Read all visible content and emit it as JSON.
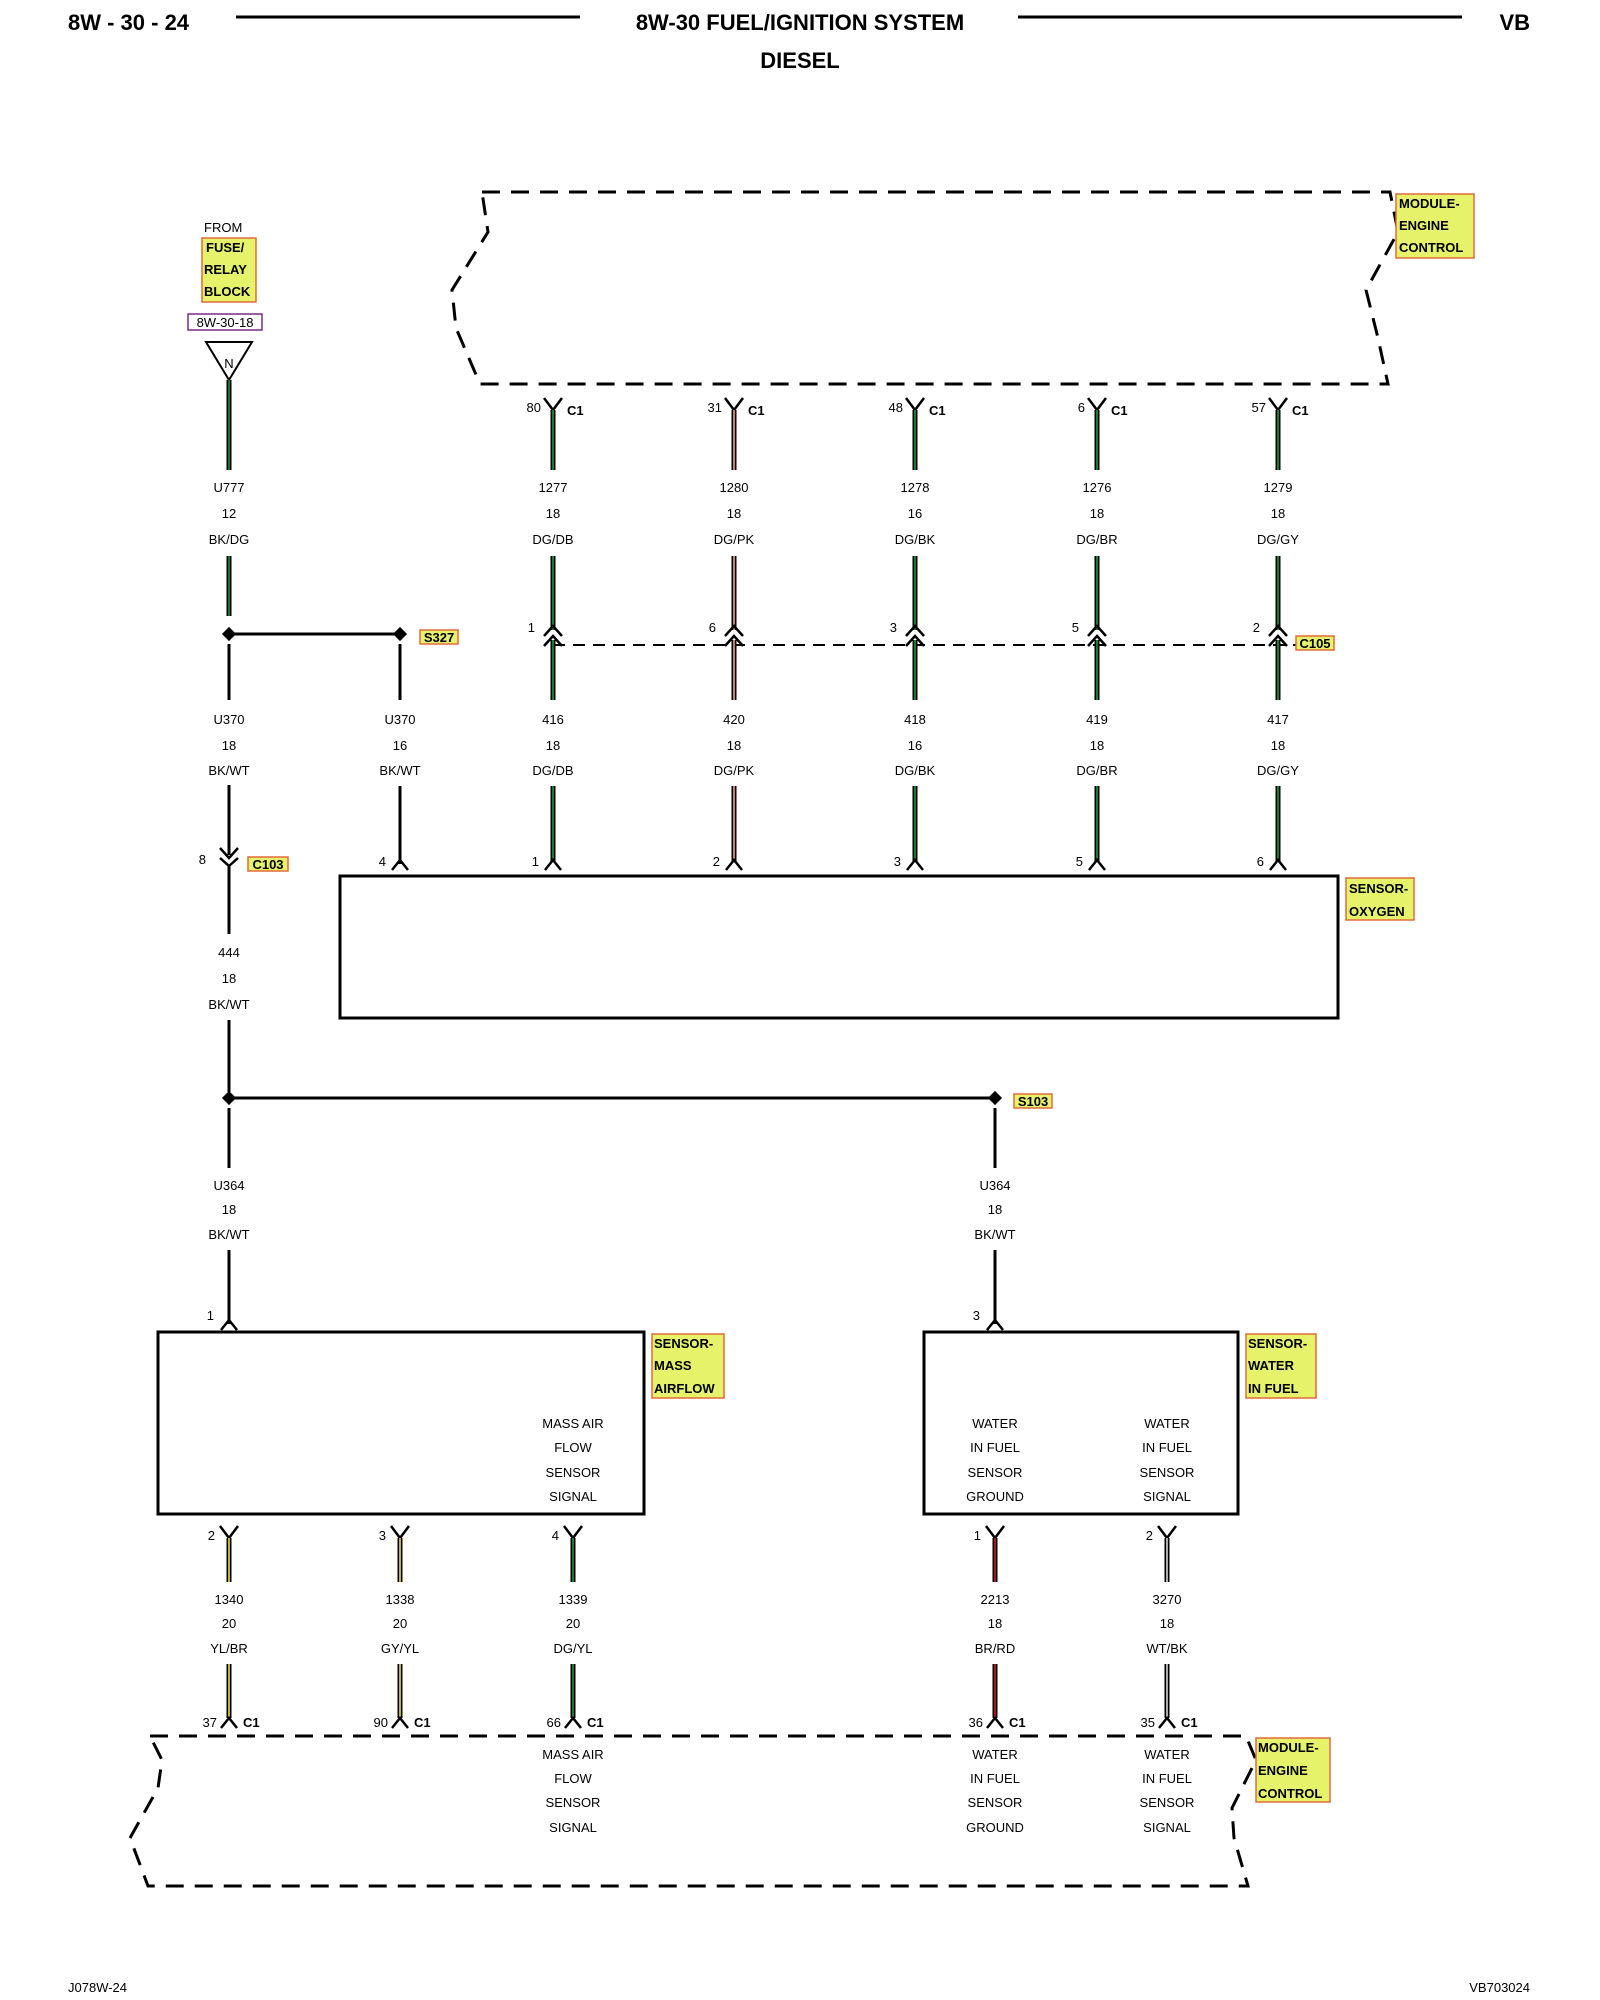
{
  "header": {
    "left": "8W - 30 - 24",
    "title": "8W-30 FUEL/IGNITION SYSTEM",
    "subtitle": "DIESEL",
    "right": "VB"
  },
  "footer": {
    "left": "J078W-24",
    "right": "VB703024"
  },
  "colors": {
    "tag": "#e6f26a",
    "tag_border": "#e06a3a",
    "ref_border": "#7a2a8a",
    "line": "#000000",
    "DG": "#1e9a3a",
    "PK": "#f0a088",
    "YL": "#f2e23a",
    "RD": "#d81b1b",
    "WT": "#d8d8d8"
  },
  "source": {
    "from": "FROM",
    "fuse": [
      "FUSE/",
      "RELAY",
      "BLOCK"
    ],
    "ref": "8W-30-18",
    "terminal": "N"
  },
  "ecm_top": {
    "label": [
      "MODULE-",
      "ENGINE",
      "CONTROL"
    ]
  },
  "ecm_top_pins": [
    {
      "pin": "80",
      "conn": "C1",
      "circuit": "1277",
      "gauge": "18",
      "color": "DG/DB"
    },
    {
      "pin": "31",
      "conn": "C1",
      "circuit": "1280",
      "gauge": "18",
      "color": "DG/PK"
    },
    {
      "pin": "48",
      "conn": "C1",
      "circuit": "1278",
      "gauge": "16",
      "color": "DG/BK"
    },
    {
      "pin": "6",
      "conn": "C1",
      "circuit": "1276",
      "gauge": "18",
      "color": "DG/BR"
    },
    {
      "pin": "57",
      "conn": "C1",
      "circuit": "1279",
      "gauge": "18",
      "color": "DG/GY"
    }
  ],
  "c105": {
    "name": "C105",
    "pins": [
      "1",
      "6",
      "3",
      "5",
      "2"
    ]
  },
  "o2_wires": [
    {
      "circuit": "416",
      "gauge": "18",
      "color": "DG/DB",
      "pin": "1"
    },
    {
      "circuit": "420",
      "gauge": "18",
      "color": "DG/PK",
      "pin": "2"
    },
    {
      "circuit": "418",
      "gauge": "16",
      "color": "DG/BK",
      "pin": "3"
    },
    {
      "circuit": "419",
      "gauge": "18",
      "color": "DG/BR",
      "pin": "5"
    },
    {
      "circuit": "417",
      "gauge": "18",
      "color": "DG/GY",
      "pin": "6"
    }
  ],
  "u777": {
    "circuit": "U777",
    "gauge": "12",
    "color": "BK/DG"
  },
  "s327": {
    "name": "S327"
  },
  "u370_main": {
    "circuit": "U370",
    "gauge": "18",
    "color": "BK/WT"
  },
  "u370_branch": {
    "circuit": "U370",
    "gauge": "16",
    "color": "BK/WT",
    "pin": "4"
  },
  "c103": {
    "pin": "8",
    "name": "C103"
  },
  "w444": {
    "circuit": "444",
    "gauge": "18",
    "color": "BK/WT"
  },
  "sensor_o2": {
    "label": [
      "SENSOR-",
      "OXYGEN"
    ]
  },
  "s103": {
    "name": "S103"
  },
  "u364_left": {
    "circuit": "U364",
    "gauge": "18",
    "color": "BK/WT",
    "pin": "1"
  },
  "u364_right": {
    "circuit": "U364",
    "gauge": "18",
    "color": "BK/WT",
    "pin": "3"
  },
  "sensor_maf": {
    "label": [
      "SENSOR-",
      "MASS",
      "AIRFLOW"
    ],
    "function": [
      "MASS AIR",
      "FLOW",
      "SENSOR",
      "SIGNAL"
    ]
  },
  "sensor_wif": {
    "label": [
      "SENSOR-",
      "WATER",
      "IN FUEL"
    ],
    "function_ground": [
      "WATER",
      "IN FUEL",
      "SENSOR",
      "GROUND"
    ],
    "function_signal": [
      "WATER",
      "IN FUEL",
      "SENSOR",
      "SIGNAL"
    ]
  },
  "bottom_wires": [
    {
      "pin_top": "2",
      "circuit": "1340",
      "gauge": "20",
      "color": "YL/BR",
      "pin_bottom": "37",
      "conn": "C1"
    },
    {
      "pin_top": "3",
      "circuit": "1338",
      "gauge": "20",
      "color": "GY/YL",
      "pin_bottom": "90",
      "conn": "C1"
    },
    {
      "pin_top": "4",
      "circuit": "1339",
      "gauge": "20",
      "color": "DG/YL",
      "pin_bottom": "66",
      "conn": "C1"
    },
    {
      "pin_top": "1",
      "circuit": "2213",
      "gauge": "18",
      "color": "BR/RD",
      "pin_bottom": "36",
      "conn": "C1"
    },
    {
      "pin_top": "2",
      "circuit": "3270",
      "gauge": "18",
      "color": "WT/BK",
      "pin_bottom": "35",
      "conn": "C1"
    }
  ],
  "ecm_bottom": {
    "label": [
      "MODULE-",
      "ENGINE",
      "CONTROL"
    ],
    "functions": [
      [
        "MASS AIR",
        "FLOW",
        "SENSOR",
        "SIGNAL"
      ],
      [
        "WATER",
        "IN FUEL",
        "SENSOR",
        "GROUND"
      ],
      [
        "WATER",
        "IN FUEL",
        "SENSOR",
        "SIGNAL"
      ]
    ]
  }
}
